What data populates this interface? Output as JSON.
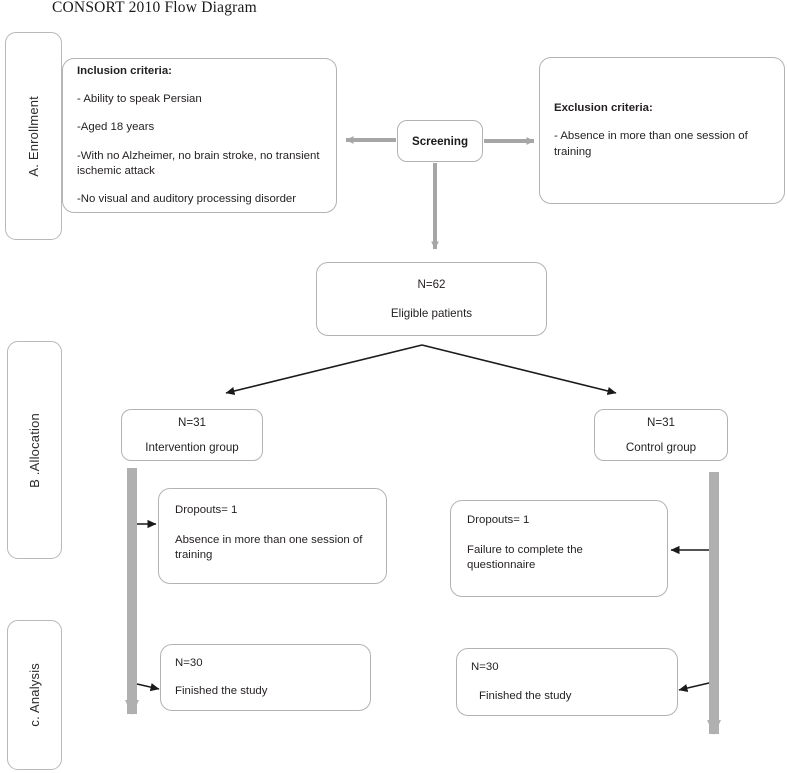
{
  "title": "CONSORT 2010 Flow Diagram",
  "stages": [
    {
      "id": "enrollment",
      "label": "A. Enrollment"
    },
    {
      "id": "allocation",
      "label": "B .Allocation"
    },
    {
      "id": "analysis",
      "label": "c. Analysis"
    }
  ],
  "enrollment": {
    "inclusion": {
      "heading": "Inclusion criteria:",
      "items": [
        "- Ability to speak Persian",
        "-Aged 18 years",
        "-With no Alzheimer, no brain stroke, no transient ischemic attack",
        "-No visual and auditory processing disorder"
      ]
    },
    "screening": {
      "label": "Screening"
    },
    "exclusion": {
      "heading": "Exclusion criteria:",
      "items": [
        "- Absence in more than one session of training"
      ]
    },
    "eligible": {
      "count": "N=62",
      "label": "Eligible patients"
    }
  },
  "allocation": {
    "intervention": {
      "count": "N=31",
      "label": "Intervention group"
    },
    "control": {
      "count": "N=31",
      "label": "Control group"
    },
    "intervention_dropouts": {
      "count": "Dropouts= 1",
      "reason": "Absence in more than one session of training"
    },
    "control_dropouts": {
      "count": "Dropouts= 1",
      "reason": "Failure to complete the questionnaire"
    }
  },
  "analysis": {
    "intervention_finished": {
      "count": "N=30",
      "label": "Finished the study"
    },
    "control_finished": {
      "count": "N=30",
      "label": "Finished the study"
    }
  },
  "colors": {
    "box_border": "#b3b3b3",
    "gray_arrow": "#a6a6a6",
    "black_arrow": "#1a1a1a",
    "text": "#231f20",
    "background": "#ffffff"
  }
}
